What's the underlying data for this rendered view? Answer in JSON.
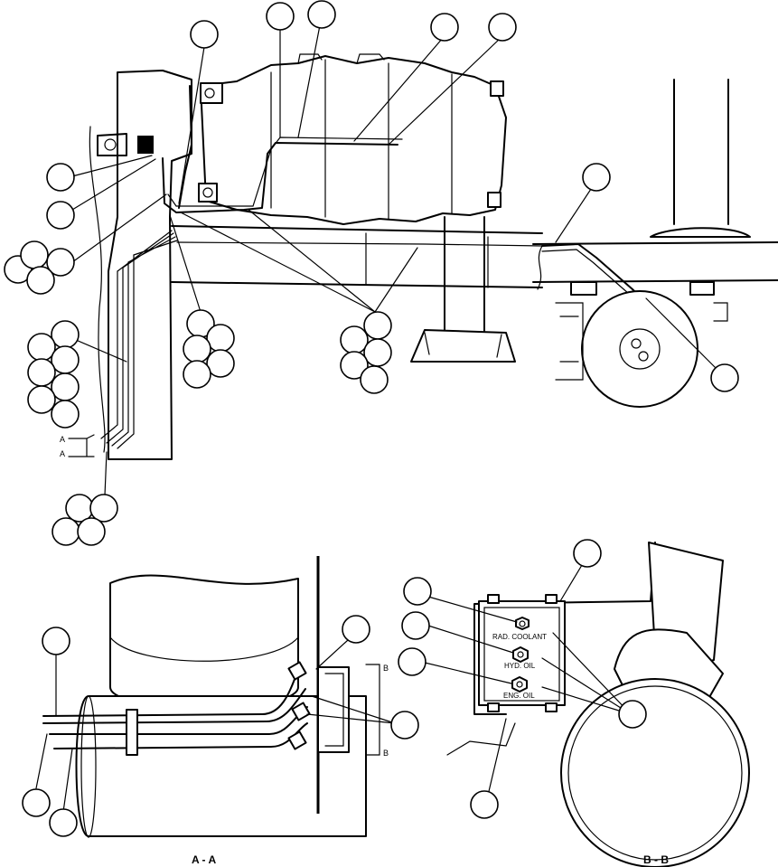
{
  "diagram": {
    "view_aa_label": "A - A",
    "view_bb_label": "B - B",
    "section_mark_a": "A",
    "section_mark_b": "B",
    "gauge_labels": [
      "RAD. COOLANT",
      "HYD. OIL",
      "ENG. OIL"
    ]
  }
}
